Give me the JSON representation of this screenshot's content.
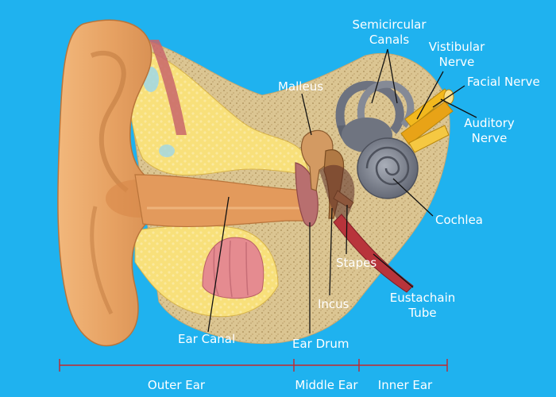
{
  "labels": {
    "semicircular_canals": [
      "Semicircular",
      "Canals"
    ],
    "vestibular_nerve": [
      "Vistibular",
      "Nerve"
    ],
    "facial_nerve": "Facial Nerve",
    "auditory_nerve": [
      "Auditory",
      "Nerve"
    ],
    "malleus": "Malleus",
    "cochlea": "Cochlea",
    "stapes": "Stapes",
    "incus": "Incus",
    "eustachian_tube": [
      "Eustachain",
      "Tube"
    ],
    "ear_canal": "Ear Canal",
    "ear_drum": "Ear Drum"
  },
  "sections": {
    "outer_ear": "Outer Ear",
    "middle_ear": "Middle Ear",
    "inner_ear": "Inner Ear"
  },
  "colors": {
    "background": "#1fb2ef",
    "skin": "#e8a66a",
    "skin_dark": "#c77b3f",
    "cartilage": "#f8e07a",
    "bone": "#d9c490",
    "cochlea": "#7a7f8c",
    "nerve": "#f2b81e",
    "ear_drum": "#b86f6f",
    "leader_line": "#111111",
    "bracket": "#c2272d"
  }
}
